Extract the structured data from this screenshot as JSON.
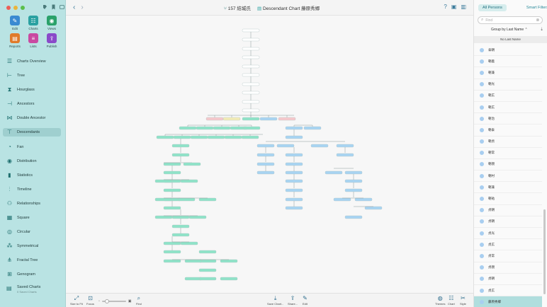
{
  "window": {
    "title_count": "157",
    "title_family": "結城氏",
    "title_chart": "Descendant Chart",
    "title_person": "藤原秀郷"
  },
  "colors": {
    "accent": "#2aa1a1",
    "sidebar_bg": "#b9e3e3",
    "male": "#a8d4f2",
    "female": "#8fe3c8"
  },
  "tools": [
    {
      "label": "Edit",
      "icon": "pencil-icon",
      "color": "#3a8ad1"
    },
    {
      "label": "Charts",
      "icon": "chart-icon",
      "color": "#2aa1a1"
    },
    {
      "label": "Views",
      "icon": "eye-icon",
      "color": "#2aa16a"
    },
    {
      "label": "Reports",
      "icon": "report-icon",
      "color": "#e07a2a"
    },
    {
      "label": "Lists",
      "icon": "list-icon",
      "color": "#c94aa1"
    },
    {
      "label": "Publish",
      "icon": "publish-icon",
      "color": "#8a4ac9"
    }
  ],
  "nav": [
    {
      "label": "Charts Overview",
      "icon": "charts-overview-icon"
    },
    {
      "label": "Tree",
      "icon": "tree-icon"
    },
    {
      "label": "Hourglass",
      "icon": "hourglass-icon"
    },
    {
      "label": "Ancestors",
      "icon": "ancestors-icon"
    },
    {
      "label": "Double Ancestor",
      "icon": "double-ancestor-icon"
    },
    {
      "label": "Descendants",
      "icon": "descendants-icon",
      "active": true
    },
    {
      "label": "Fan",
      "icon": "fan-icon"
    },
    {
      "label": "Distribution",
      "icon": "distribution-icon"
    },
    {
      "label": "Statistics",
      "icon": "statistics-icon"
    },
    {
      "label": "Timeline",
      "icon": "timeline-icon"
    },
    {
      "label": "Relationships",
      "icon": "relationships-icon"
    },
    {
      "label": "Square",
      "icon": "square-icon"
    },
    {
      "label": "Circular",
      "icon": "circular-icon"
    },
    {
      "label": "Symmetrical",
      "icon": "symmetrical-icon"
    },
    {
      "label": "Fractal Tree",
      "icon": "fractal-tree-icon"
    },
    {
      "label": "Genogram",
      "icon": "genogram-icon"
    }
  ],
  "saved": {
    "label": "Saved Charts",
    "sub": "0 Saved Charts"
  },
  "bottom": {
    "size_to_fit": "Size to Fit",
    "focus": "Focus",
    "find": "Find",
    "save_chart": "Save Chart...",
    "share": "Share...",
    "edit": "Edit",
    "themes": "Themes",
    "chart": "Chart",
    "style": "Style",
    "zoom_level": 0.2
  },
  "right": {
    "tab_all": "All Persons",
    "tab_smart": "Smart Filters",
    "search_placeholder": "Find",
    "group_by": "Group by Last Name",
    "section": "No Last Name",
    "persons": [
      "泰朝",
      "朝義",
      "朝兼",
      "朝光",
      "朝広",
      "朝広",
      "朝治",
      "朝泰",
      "朝貞",
      "朝常",
      "朝親",
      "朝村",
      "朝兼",
      "朝祐",
      "貞朝",
      "貞朝",
      "貞光",
      "貞広",
      "貞常",
      "貞親",
      "貞朝",
      "貞広",
      "藤原秀郷"
    ],
    "selected_index": 22
  }
}
